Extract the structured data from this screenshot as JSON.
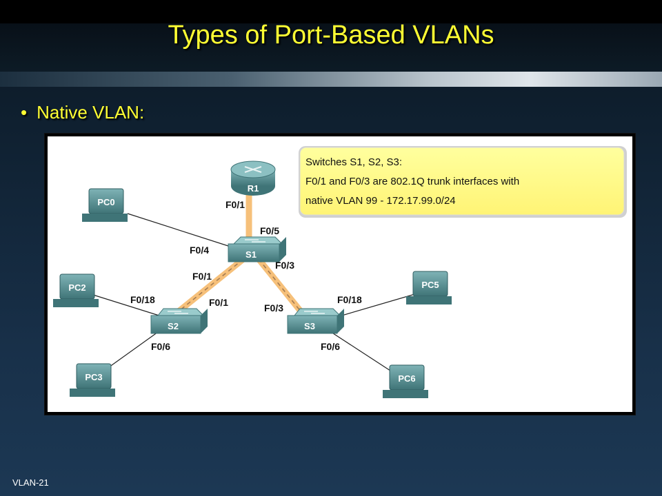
{
  "slide": {
    "title": "Types of Port-Based VLANs",
    "bullet": "Native VLAN:",
    "footer": "VLAN-21"
  },
  "diagram": {
    "callout_lines": [
      "Switches S1, S2, S3:",
      "F0/1 and F0/3 are 802.1Q trunk interfaces with",
      "native VLAN 99 - 172.17.99.0/24"
    ],
    "devices": {
      "router": "R1",
      "s1": "S1",
      "s2": "S2",
      "s3": "S3",
      "pc0": "PC0",
      "pc2": "PC2",
      "pc3": "PC3",
      "pc5": "PC5",
      "pc6": "PC6"
    },
    "port_labels": {
      "r1_f01": "F0/1",
      "s1_f05": "F0/5",
      "s1_f04": "F0/4",
      "s1_f01": "F0/1",
      "s1_f03": "F0/3",
      "s2_f01": "F0/1",
      "s2_f018": "F0/18",
      "s2_f06": "F0/6",
      "s3_f03": "F0/3",
      "s3_f018": "F0/18",
      "s3_f06": "F0/6"
    },
    "colors": {
      "trunk": "#f6c07a",
      "device": "#4f8c8f",
      "callout_fill": "#ffff99",
      "callout_border": "#d9d9d9"
    }
  }
}
